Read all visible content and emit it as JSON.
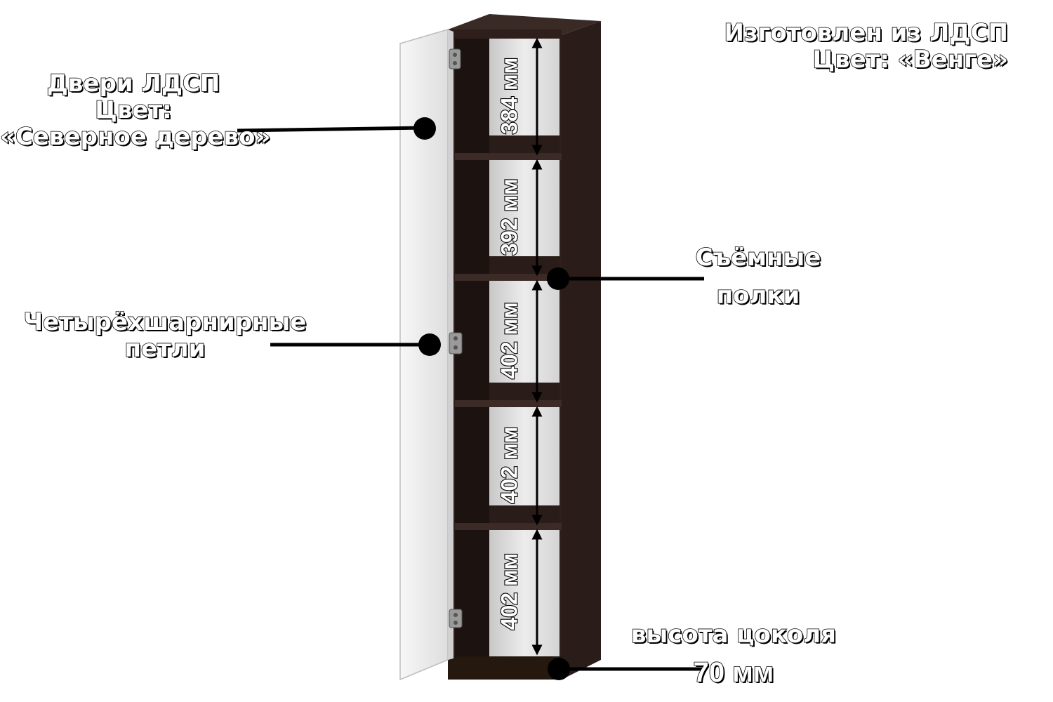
{
  "material_note": {
    "line1": "Изготовлен из ЛДСП",
    "line2": "Цвет:  «Венге»"
  },
  "door_label": {
    "line1": "Двери ЛДСП",
    "line2": "Цвет:",
    "line3": "«Северное дерево»"
  },
  "hinges_label": {
    "line1": "Четырёхшарнирные",
    "line2": "петли"
  },
  "shelves_label": {
    "line1": "Съёмные",
    "line2": "полки"
  },
  "plinth_label": {
    "line1": "высота цоколя",
    "line2": "70 мм"
  },
  "compartments": [
    {
      "height_label": "384 мм"
    },
    {
      "height_label": "392 мм"
    },
    {
      "height_label": "402 мм"
    },
    {
      "height_label": "402 мм"
    },
    {
      "height_label": "402 мм"
    }
  ],
  "colors": {
    "cabinet_wenge": "#2e1f1c",
    "cabinet_wenge_dark": "#1c1210",
    "cabinet_back_panel": "#dcdcdc",
    "door_northern_wood": "#ececec"
  },
  "icons": [
    "hinge-icon",
    "pointer-dot-icon",
    "double-arrow-icon"
  ]
}
